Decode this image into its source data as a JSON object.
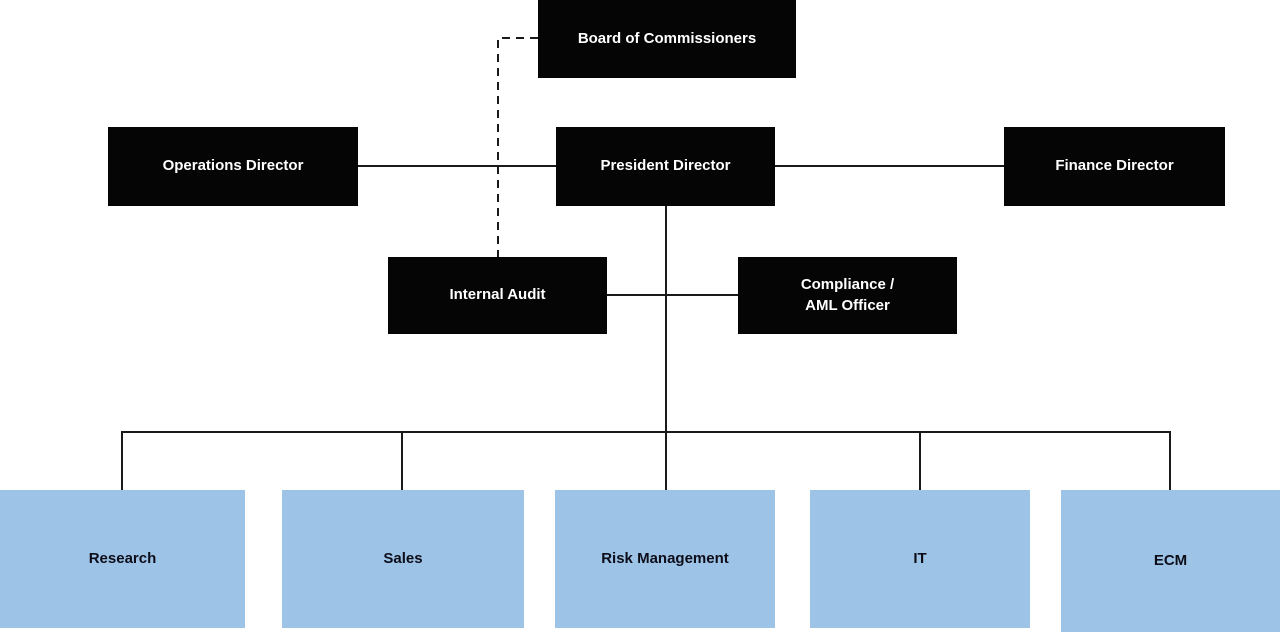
{
  "diagram": {
    "type": "org-chart",
    "nodes": {
      "board": {
        "label": "Board of Commissioners",
        "level": "top",
        "style": "black"
      },
      "operations": {
        "label": "Operations Director",
        "level": "directors",
        "style": "black"
      },
      "president": {
        "label": "President Director",
        "level": "directors",
        "style": "black"
      },
      "finance": {
        "label": "Finance Director",
        "level": "directors",
        "style": "black"
      },
      "internal_audit": {
        "label": "Internal Audit",
        "level": "staff",
        "style": "black"
      },
      "compliance": {
        "label": "Compliance /\nAML Officer",
        "level": "staff",
        "style": "black"
      },
      "research": {
        "label": "Research",
        "level": "departments",
        "style": "blue"
      },
      "sales": {
        "label": "Sales",
        "level": "departments",
        "style": "blue"
      },
      "risk": {
        "label": "Risk Management",
        "level": "departments",
        "style": "blue"
      },
      "it": {
        "label": "IT",
        "level": "departments",
        "style": "blue"
      },
      "ecm": {
        "label": "ECM",
        "level": "departments",
        "style": "blue"
      }
    },
    "edges": [
      {
        "from": "operations",
        "to": "president",
        "style": "solid"
      },
      {
        "from": "president",
        "to": "finance",
        "style": "solid"
      },
      {
        "from": "board",
        "to": "internal_audit",
        "style": "dashed"
      },
      {
        "from": "internal_audit",
        "to": "compliance",
        "style": "solid"
      },
      {
        "from": "president",
        "to": "research",
        "style": "solid"
      },
      {
        "from": "president",
        "to": "sales",
        "style": "solid"
      },
      {
        "from": "president",
        "to": "risk",
        "style": "solid"
      },
      {
        "from": "president",
        "to": "it",
        "style": "solid"
      },
      {
        "from": "president",
        "to": "ecm",
        "style": "solid"
      }
    ]
  },
  "colors": {
    "node_black": "#050505",
    "node_black_text": "#ffffff",
    "node_blue": "#9DC3E6",
    "node_blue_text": "#0d0d1a",
    "connector": "#1a1a1a",
    "background": "#ffffff"
  }
}
